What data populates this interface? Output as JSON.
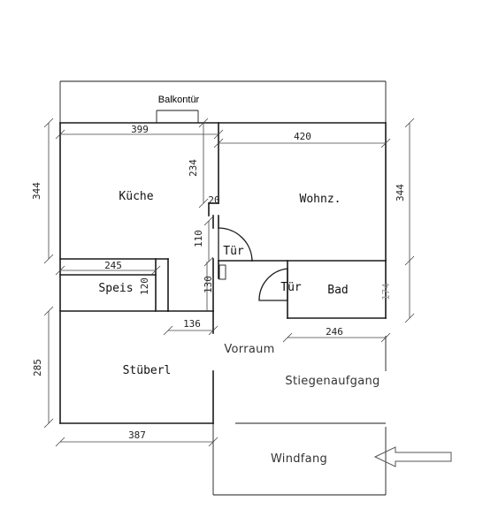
{
  "labels": {
    "balcony_door": "Balkontür",
    "kitchen": "Küche",
    "living": "Wohnz.",
    "pantry": "Speis",
    "bath": "Bad",
    "door_1": "Tür",
    "door_2": "Tür",
    "hall": "Vorraum",
    "parlor": "Stüberl",
    "staircase": "Stiegenaufgang",
    "windbreak": "Windfang"
  },
  "dimensions": {
    "top_left": "399",
    "top_right": "420",
    "left_upper": "344",
    "right_upper": "344",
    "kitchen_wall": "234",
    "wall_20": "20",
    "door_110": "110",
    "pantry_width": "245",
    "pantry_depth": "120",
    "hall_130": "130",
    "hall_136": "136",
    "bath_width": "246",
    "bath_depth": "174",
    "left_lower": "285",
    "bottom_left": "387"
  },
  "colors": {
    "lines": "#1a1a1a",
    "arrow": "#555555"
  }
}
